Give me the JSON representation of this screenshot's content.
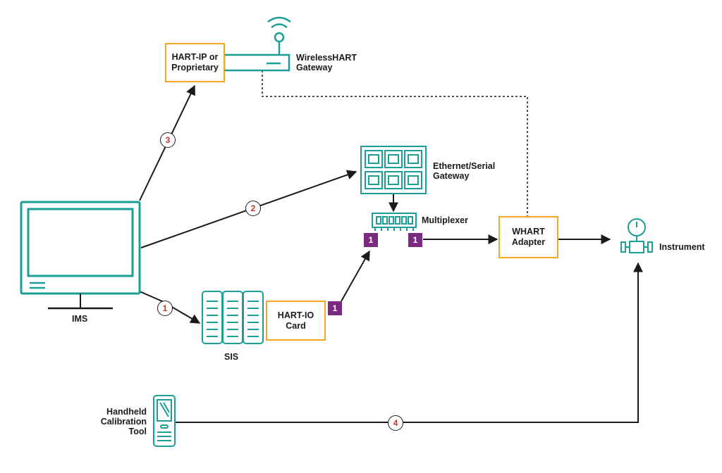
{
  "nodes": {
    "ims": "IMS",
    "sis": "SIS",
    "hart_io_card": "HART-IO\nCard",
    "hart_ip": "HART-IP or\nProprietary",
    "wirelesshart_gateway": "WirelessHART\nGateway",
    "ethernet_serial_gateway": "Ethernet/Serial\nGateway",
    "multiplexer": "Multiplexer",
    "whart_adapter": "WHART\nAdapter",
    "instrument": "Instrument",
    "handheld_tool": "Handheld\nCalibration\nTool"
  },
  "badges": [
    "1",
    "1",
    "1"
  ],
  "path_numbers": [
    "1",
    "2",
    "3",
    "4"
  ],
  "colors": {
    "teal": "#1a9e96",
    "orange": "#f5a623",
    "purple": "#7b2a82",
    "line": "#1a1a1a",
    "number_red": "#c0392b"
  }
}
